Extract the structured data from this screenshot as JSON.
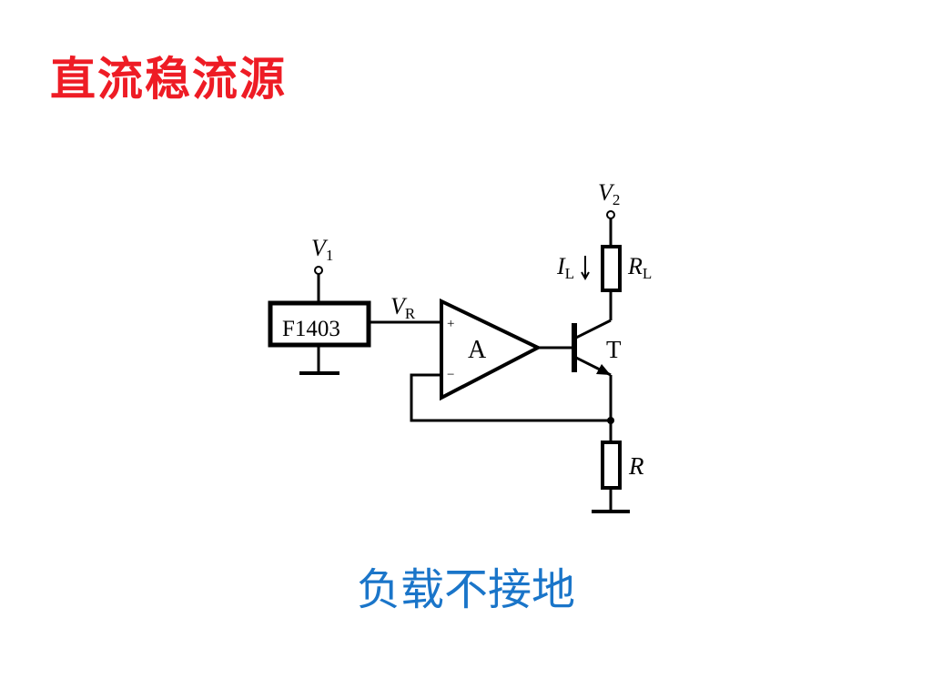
{
  "title": "直流稳流源",
  "caption": "负载不接地",
  "colors": {
    "title": "#ee1c25",
    "caption": "#1a75c9",
    "wire": "#000000"
  },
  "diagram": {
    "regulator": "F1403",
    "supply_1": {
      "sym": "V",
      "sub": "1"
    },
    "supply_2": {
      "sym": "V",
      "sub": "2"
    },
    "ref_voltage": {
      "sym": "V",
      "sub": "R"
    },
    "opamp_label": "A",
    "opamp_plus": "+",
    "opamp_minus": "−",
    "transistor": "T",
    "load_current": {
      "sym": "I",
      "sub": "L"
    },
    "load_resistor": {
      "sym": "R",
      "sub": "L"
    },
    "sense_resistor": "R"
  }
}
